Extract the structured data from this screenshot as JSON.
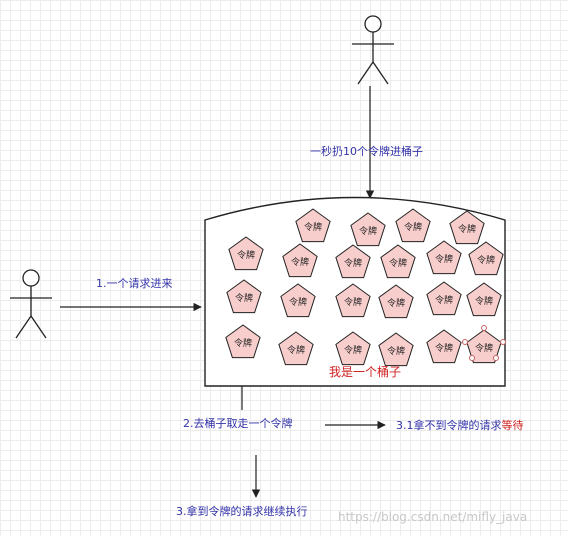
{
  "labels": {
    "top_arrow": "一秒扔10个令牌进桶子",
    "left_arrow": "1.一个请求进来",
    "bucket": "我是一个桶子",
    "take_token": "2.去桶子取走一个令牌",
    "no_token_prefix": "3.1拿不到令牌的请求",
    "no_token_suffix": "等待",
    "got_token": "3.拿到令牌的请求继续执行"
  },
  "token_label": "令牌",
  "colors": {
    "token_fill": "#f8cecc",
    "token_stroke": "#222222",
    "label_blue": "#3333aa",
    "label_red": "#d02020",
    "line": "#222222"
  },
  "watermark": "https://blog.csdn.net/mifly_java"
}
